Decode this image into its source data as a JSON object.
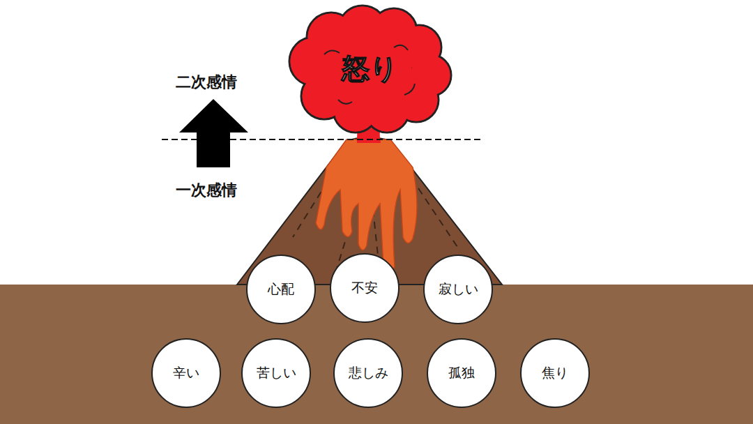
{
  "diagram": {
    "nodes": [
      {
        "text": [
          "怒り"
        ]
      },
      {
        "text": [
          "心配"
        ]
      },
      {
        "text": [
          "不安"
        ]
      },
      {
        "text": [
          "寂しい"
        ]
      },
      {
        "text": [
          "辛い"
        ]
      },
      {
        "text": [
          "苦しい"
        ]
      },
      {
        "text": [
          "悲しみ"
        ]
      },
      {
        "text": [
          "孤独"
        ]
      },
      {
        "text": [
          "焦り"
        ]
      }
    ],
    "labels": [
      "二次感情",
      "一次感情"
    ]
  }
}
